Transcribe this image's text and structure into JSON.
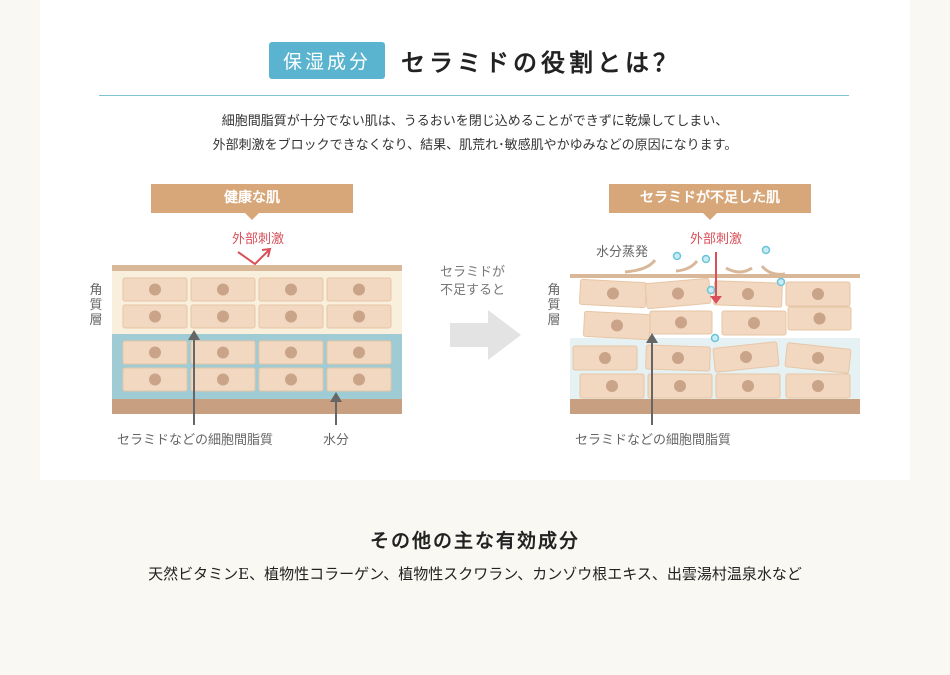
{
  "header": {
    "badge": "保湿成分",
    "title": "セラミドの役割とは？"
  },
  "description": {
    "line1": "細胞間脂質が十分でない肌は、うるおいを閉じ込めることができずに乾燥してしまい、",
    "line2": "外部刺激をブロックできなくなり、結果、肌荒れ･敏感肌やかゆみなどの原因になります。"
  },
  "healthy": {
    "title": "健康な肌",
    "stimulus": "外部刺激",
    "stratum_label": "角質層",
    "lipid_label": "セラミドなどの細胞間脂質",
    "water_label": "水分"
  },
  "transition": {
    "line1": "セラミドが",
    "line2": "不足すると"
  },
  "deficient": {
    "title": "セラミドが不足した肌",
    "evaporation": "水分蒸発",
    "stimulus": "外部刺激",
    "stratum_label": "角質層",
    "lipid_label": "セラミドなどの細胞間脂質"
  },
  "other_ingredients": {
    "title": "その他の主な有効成分",
    "list": "天然ビタミンE、植物性コラーゲン、植物性スクワラン、カンゾウ根エキス、出雲湯村温泉水など"
  },
  "colors": {
    "badge": "#5ab4cf",
    "label_box": "#d7a77a",
    "cell": "#f2d8c0",
    "lipid_layer": "#f8f0dc",
    "water_layer": "#9fcbd4",
    "base_layer": "#c99f82",
    "stimulus": "#d9505a"
  }
}
